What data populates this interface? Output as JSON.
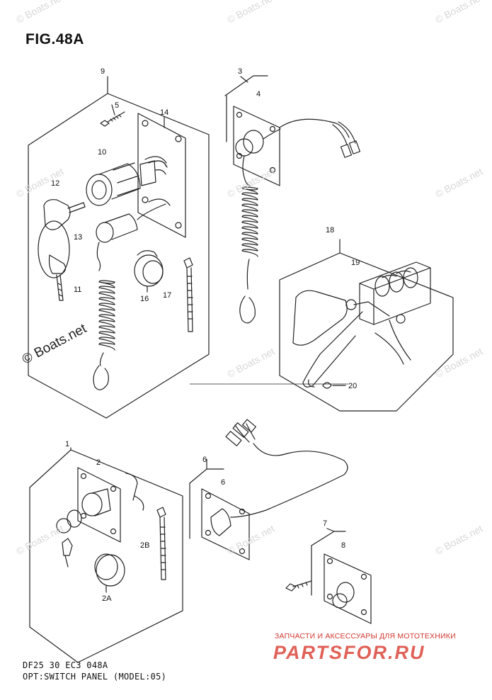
{
  "figure": {
    "title": "FIG.48A",
    "footer_code": "DF25 30 EC3  048A",
    "footer_caption": "OPT:SWITCH PANEL (MODEL:05)"
  },
  "watermark": {
    "text": "© Boats.net"
  },
  "brand": {
    "tagline": "ЗАПЧАСТИ И АКСЕССУАРЫ ДЛЯ МОТОТЕХНИКИ",
    "logo": "PARTSFOR.RU"
  },
  "callouts": [
    "9",
    "5",
    "14",
    "10",
    "12",
    "13",
    "11",
    "16",
    "17",
    "3",
    "4",
    "18",
    "19",
    "20",
    "1",
    "2",
    "2B",
    "2A",
    "6",
    "6",
    "7",
    "8"
  ],
  "colors": {
    "line": "#222222",
    "watermark": "#d8d8d8",
    "brand": "#e06158"
  }
}
